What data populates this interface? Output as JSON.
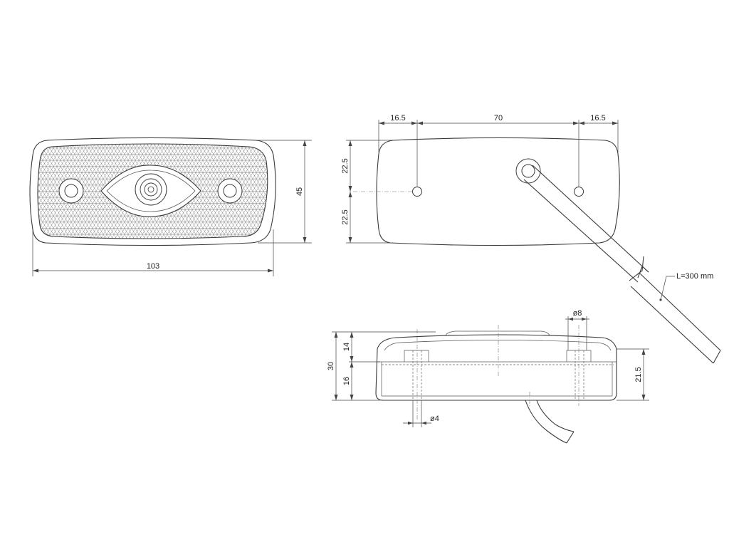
{
  "front_view": {
    "width_label": "103",
    "height_label": "45"
  },
  "back_view": {
    "left_offset_label": "16.5",
    "hole_spacing_label": "70",
    "right_offset_label": "16.5",
    "upper_half_label": "22.5",
    "lower_half_label": "22.5",
    "cable_length_label": "L=300  mm"
  },
  "side_view": {
    "total_height_label": "30",
    "top_part_label": "14",
    "bottom_part_label": "16",
    "right_height_label": "21.5",
    "bore_diameter_label": "ø8",
    "hole_diameter_label": "ø4"
  }
}
